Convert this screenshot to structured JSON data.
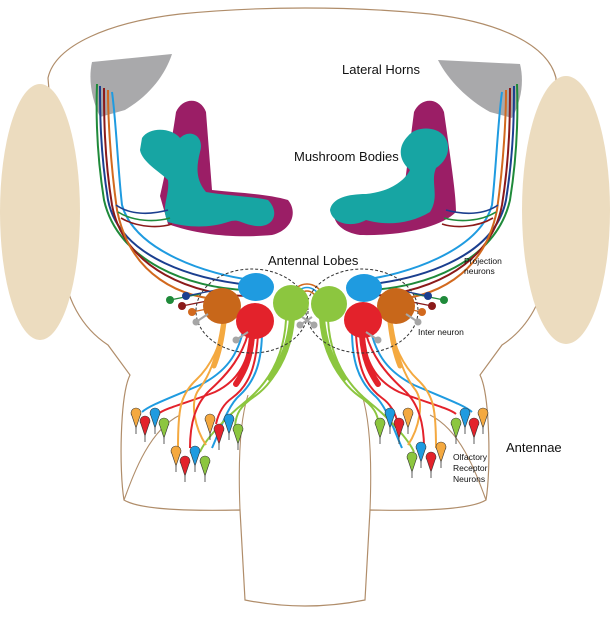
{
  "labels": {
    "lateral_horns": "Lateral Horns",
    "mushroom_bodies": "Mushroom Bodies",
    "antennal_lobes": "Antennal Lobes",
    "projection_neurons_1": "Projection",
    "projection_neurons_2": "neurons",
    "inter_neuron": "Inter neuron",
    "antennae": "Antennae",
    "orn_1": "Olfactory",
    "orn_2": "Receptor",
    "orn_3": "Neurons"
  },
  "colors": {
    "outline": "#b08d6a",
    "eye": "#ecdcbf",
    "lateral_horn": "#a9a9ab",
    "mushroom_body_calyx": "#9b1e66",
    "mushroom_body_lobe": "#17a5a3",
    "glomerulus_blue": "#1f9be0",
    "glomerulus_orange": "#c8671a",
    "glomerulus_red": "#e3222b",
    "glomerulus_green": "#8cc63f",
    "neuron_yellow": "#f4a940",
    "interneuron_gray": "#a6a6a6",
    "pn_navy": "#1b3f8f",
    "pn_green": "#1f8a3a",
    "pn_darkred": "#8b1a1a",
    "pn_orange": "#d2691e"
  }
}
